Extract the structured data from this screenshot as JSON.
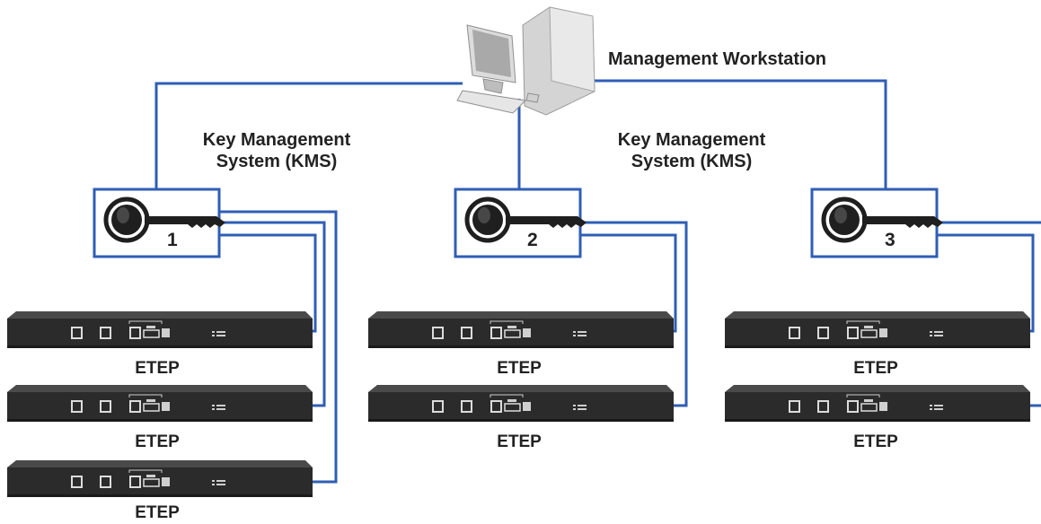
{
  "colors": {
    "connector": "#2f5eb5",
    "box_border": "#2f5eb5",
    "device_body": "#2b2b2b",
    "device_top": "#3c3c3c",
    "text": "#222222",
    "key": "#1f1f1f"
  },
  "labels": {
    "workstation": "Management Workstation",
    "kms_left_line1": "Key Management",
    "kms_left_line2": "System (KMS)",
    "kms_right_line1": "Key Management",
    "kms_right_line2": "System (KMS)"
  },
  "kms_units": [
    {
      "number": "1",
      "icon": "key-icon"
    },
    {
      "number": "2",
      "icon": "key-icon"
    },
    {
      "number": "3",
      "icon": "key-icon"
    }
  ],
  "devices": [
    {
      "label": "ETEP",
      "group": "1"
    },
    {
      "label": "ETEP",
      "group": "1"
    },
    {
      "label": "ETEP",
      "group": "1"
    },
    {
      "label": "ETEP",
      "group": "2"
    },
    {
      "label": "ETEP",
      "group": "2"
    },
    {
      "label": "ETEP",
      "group": "3"
    },
    {
      "label": "ETEP",
      "group": "3"
    }
  ]
}
